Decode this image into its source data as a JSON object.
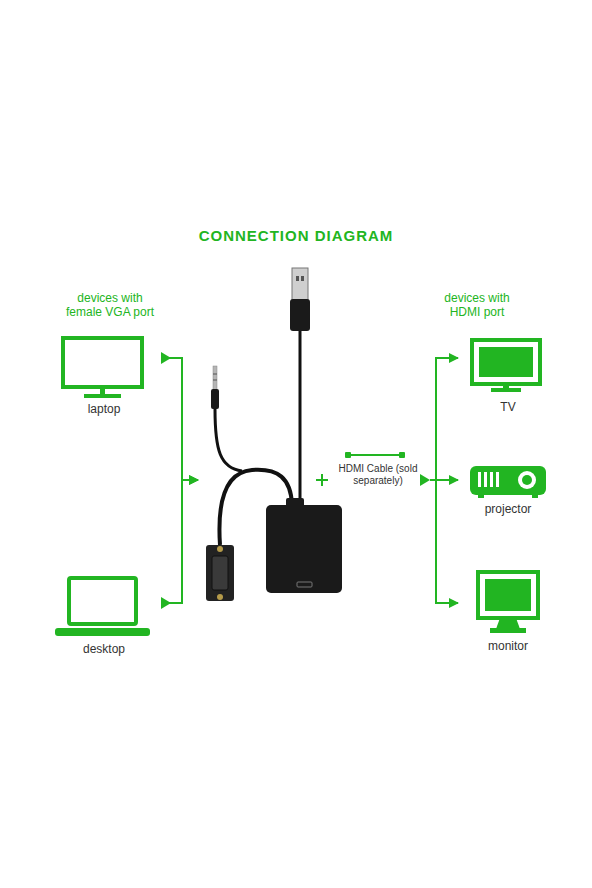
{
  "diagram": {
    "title": "CONNECTION DIAGRAM",
    "nodes": [
      {
        "text": [
          "laptop"
        ]
      },
      {
        "text": [
          "desktop"
        ]
      },
      {
        "text": [
          "HDMI Cable (sold separately)"
        ]
      },
      {
        "text": [
          "TV"
        ]
      },
      {
        "text": [
          "projector"
        ]
      },
      {
        "text": [
          "monitor"
        ]
      }
    ],
    "edges": [
      {
        "from": 0,
        "to": 2,
        "arrow": "to"
      },
      {
        "from": 1,
        "to": 2,
        "arrow": "to"
      },
      {
        "from": 2,
        "to": 3,
        "arrow": "to"
      },
      {
        "from": 2,
        "to": 4,
        "arrow": "to"
      },
      {
        "from": 2,
        "to": 5,
        "arrow": "to"
      }
    ],
    "labels": [
      "devices with female VGA port",
      "devices with HDMI port"
    ]
  }
}
